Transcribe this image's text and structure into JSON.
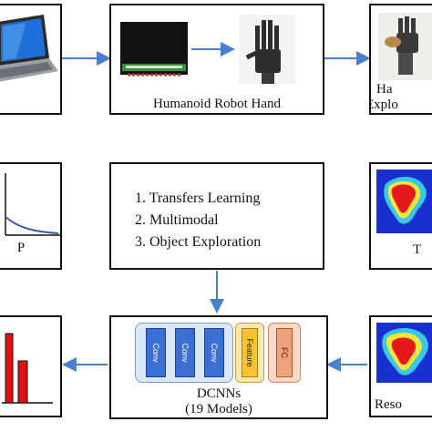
{
  "top_middle": {
    "label": "Humanoid Robot Hand"
  },
  "top_right": {
    "label_line1": "Ha",
    "label_line2": "Explo"
  },
  "mid_left": {
    "label": "P"
  },
  "mid_center": {
    "items": [
      "1. Transfers Learning",
      "2. Multimodal",
      "3. Object Exploration"
    ]
  },
  "mid_right": {
    "label": "T"
  },
  "bottom_center": {
    "conv_labels": [
      "Conv",
      "Conv",
      "Conv"
    ],
    "feature_label": "Feature",
    "fc_label": "FC",
    "caption_line1": "DCNNs",
    "caption_line2": "(19 Models)"
  },
  "bottom_right": {
    "label": "Reso"
  },
  "colors": {
    "arrow": "#4a7fd0",
    "conv": "#3b6fd4",
    "feature": "#f7c233",
    "fc": "#f0a07a",
    "bar": "#e01010"
  }
}
